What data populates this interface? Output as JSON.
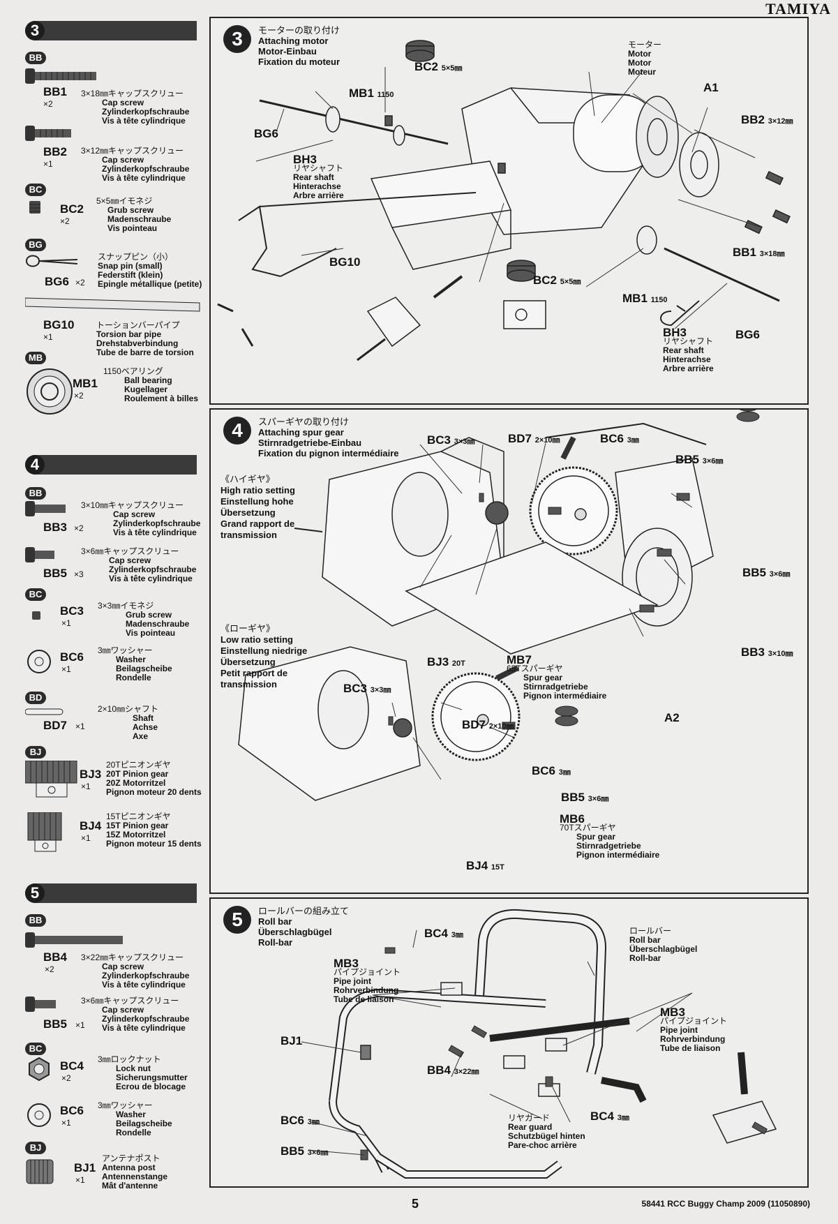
{
  "brand": "TAMIYA",
  "page_number": "5",
  "footer_code": "58441 RCC Buggy Champ 2009 (11050890)",
  "left": {
    "step3": {
      "num": "3",
      "bags": {
        "bb": "BB",
        "bc": "BC",
        "bg": "BG",
        "mb": "MB"
      },
      "bb1": {
        "code": "BB1",
        "qty": "×2",
        "jp": "3×18㎜キャップスクリュー",
        "l1": "Cap screw",
        "l2": "Zylinderkopfschraube",
        "l3": "Vis à tête cylindrique"
      },
      "bb2": {
        "code": "BB2",
        "qty": "×1",
        "jp": "3×12㎜キャップスクリュー",
        "l1": "Cap screw",
        "l2": "Zylinderkopfschraube",
        "l3": "Vis à tête cylindrique"
      },
      "bc2": {
        "code": "BC2",
        "qty": "×2",
        "jp": "5×5㎜イモネジ",
        "l1": "Grub screw",
        "l2": "Madenschraube",
        "l3": "Vis pointeau"
      },
      "bg6": {
        "code": "BG6",
        "qty": "×2",
        "jp": "スナップピン（小）",
        "l1": "Snap pin (small)",
        "l2": "Federstift (klein)",
        "l3": "Epingle métallique (petite)"
      },
      "bg10": {
        "code": "BG10",
        "qty": "×1",
        "jp": "トーションバーパイプ",
        "l1": "Torsion bar pipe",
        "l2": "Drehstabverbindung",
        "l3": "Tube de barre de torsion"
      },
      "mb1": {
        "code": "MB1",
        "qty": "×2",
        "jp": "1150ベアリング",
        "l1": "Ball bearing",
        "l2": "Kugellager",
        "l3": "Roulement à billes"
      }
    },
    "step4": {
      "num": "4",
      "bags": {
        "bb": "BB",
        "bc": "BC",
        "bd": "BD",
        "bj": "BJ"
      },
      "bb3": {
        "code": "BB3",
        "qty": "×2",
        "jp": "3×10㎜キャップスクリュー",
        "l1": "Cap screw",
        "l2": "Zylinderkopfschraube",
        "l3": "Vis à tête cylindrique"
      },
      "bb5": {
        "code": "BB5",
        "qty": "×3",
        "jp": "3×6㎜キャップスクリュー",
        "l1": "Cap screw",
        "l2": "Zylinderkopfschraube",
        "l3": "Vis à tête cylindrique"
      },
      "bc3": {
        "code": "BC3",
        "qty": "×1",
        "jp": "3×3㎜イモネジ",
        "l1": "Grub screw",
        "l2": "Madenschraube",
        "l3": "Vis pointeau"
      },
      "bc6": {
        "code": "BC6",
        "qty": "×1",
        "jp": "3㎜ワッシャー",
        "l1": "Washer",
        "l2": "Beilagscheibe",
        "l3": "Rondelle"
      },
      "bd7": {
        "code": "BD7",
        "qty": "×1",
        "jp": "2×10㎜シャフト",
        "l1": "Shaft",
        "l2": "Achse",
        "l3": "Axe"
      },
      "bj3": {
        "code": "BJ3",
        "qty": "×1",
        "jp": "20Tピニオンギヤ",
        "l1": "20T Pinion gear",
        "l2": "20Z Motorritzel",
        "l3": "Pignon moteur 20 dents"
      },
      "bj4": {
        "code": "BJ4",
        "qty": "×1",
        "jp": "15Tピニオンギヤ",
        "l1": "15T Pinion gear",
        "l2": "15Z Motorritzel",
        "l3": "Pignon moteur 15 dents"
      }
    },
    "step5": {
      "num": "5",
      "bags": {
        "bb": "BB",
        "bc": "BC",
        "bj": "BJ"
      },
      "bb4": {
        "code": "BB4",
        "qty": "×2",
        "jp": "3×22㎜キャップスクリュー",
        "l1": "Cap screw",
        "l2": "Zylinderkopfschraube",
        "l3": "Vis à tête cylindrique"
      },
      "bb5": {
        "code": "BB5",
        "qty": "×1",
        "jp": "3×6㎜キャップスクリュー",
        "l1": "Cap screw",
        "l2": "Zylinderkopfschraube",
        "l3": "Vis à tête cylindrique"
      },
      "bc4": {
        "code": "BC4",
        "qty": "×2",
        "jp": "3㎜ロックナット",
        "l1": "Lock nut",
        "l2": "Sicherungsmutter",
        "l3": "Ecrou de blocage"
      },
      "bc6": {
        "code": "BC6",
        "qty": "×1",
        "jp": "3㎜ワッシャー",
        "l1": "Washer",
        "l2": "Beilagscheibe",
        "l3": "Rondelle"
      },
      "bj1": {
        "code": "BJ1",
        "qty": "×1",
        "jp": "アンテナポスト",
        "l1": "Antenna post",
        "l2": "Antennenstange",
        "l3": "Mât d'antenne"
      }
    }
  },
  "panel3": {
    "num": "3",
    "jp": "モーターの取り付け",
    "l1": "Attaching motor",
    "l2": "Motor-Einbau",
    "l3": "Fixation du moteur",
    "motor": {
      "jp": "モーター",
      "l1": "Motor",
      "l2": "Motor",
      "l3": "Moteur"
    },
    "a1": "A1",
    "bc2_top": "BC2",
    "bc2_top_size": "5×5㎜",
    "mb1_top": "MB1",
    "mb1_top_size": "1150",
    "bg6_left": "BG6",
    "bh3_left": {
      "code": "BH3",
      "jp": "リヤシャフト",
      "l1": "Rear shaft",
      "l2": "Hinterachse",
      "l3": "Arbre arrière"
    },
    "bb2": "BB2",
    "bb2_size": "3×12㎜",
    "bb1": "BB1",
    "bb1_size": "3×18㎜",
    "bg10": "BG10",
    "bc2_mid": "BC2",
    "bc2_mid_size": "5×5㎜",
    "mb1_right": "MB1",
    "mb1_right_size": "1150",
    "bh3_right": {
      "code": "BH3",
      "jp": "リヤシャフト",
      "l1": "Rear shaft",
      "l2": "Hinterachse",
      "l3": "Arbre arrière"
    },
    "bg6_right": "BG6"
  },
  "panel4": {
    "num": "4",
    "jp": "スパーギヤの取り付け",
    "l1": "Attaching spur gear",
    "l2": "Stirnradgetriebe-Einbau",
    "l3": "Fixation du pignon intermédiaire",
    "high": {
      "jp": "《ハイギヤ》",
      "l1": "High ratio setting",
      "l2": "Einstellung hohe",
      "l3": "Übersetzung",
      "l4": "Grand rapport de",
      "l5": "transmission"
    },
    "low": {
      "jp": "《ローギヤ》",
      "l1": "Low ratio setting",
      "l2": "Einstellung niedrige",
      "l3": "Übersetzung",
      "l4": "Petit rapport de",
      "l5": "transmission"
    },
    "bc3_top": "BC3",
    "bc3_top_size": "3×3㎜",
    "bd7_top": "BD7",
    "bd7_top_size": "2×10㎜",
    "bc6_top": "BC6",
    "bc6_top_size": "3㎜",
    "bb5_top": "BB5",
    "bb5_top_size": "3×6㎜",
    "bb5_right": "BB5",
    "bb5_right_size": "3×6㎜",
    "bb3": "BB3",
    "bb3_size": "3×10㎜",
    "bj3": "BJ3",
    "bj3_size": "20T",
    "mb7": {
      "code": "MB7",
      "jp": "65Tスパーギヤ",
      "l1": "Spur gear",
      "l2": "Stirnradgetriebe",
      "l3": "Pignon intermédiaire"
    },
    "a2": "A2",
    "bc3_low": "BC3",
    "bc3_low_size": "3×3㎜",
    "bd7_low": "BD7",
    "bd7_low_size": "2×10㎜",
    "bc6_low": "BC6",
    "bc6_low_size": "3㎜",
    "bb5_low": "BB5",
    "bb5_low_size": "3×6㎜",
    "mb6": {
      "code": "MB6",
      "jp": "70Tスパーギヤ",
      "l1": "Spur gear",
      "l2": "Stirnradgetriebe",
      "l3": "Pignon intermédiaire"
    },
    "bj4": "BJ4",
    "bj4_size": "15T"
  },
  "panel5": {
    "num": "5",
    "jp": "ロールバーの組み立て",
    "l1": "Roll bar",
    "l2": "Überschlagbügel",
    "l3": "Roll-bar",
    "rollbar": {
      "jp": "ロールバー",
      "l1": "Roll bar",
      "l2": "Überschlagbügel",
      "l3": "Roll-bar"
    },
    "bc4_top": "BC4",
    "bc4_top_size": "3㎜",
    "mb3_left": {
      "code": "MB3",
      "jp": "パイプジョイント",
      "l1": "Pipe joint",
      "l2": "Rohrverbindung",
      "l3": "Tube de liaison"
    },
    "mb3_right": {
      "code": "MB3",
      "jp": "パイプジョイント",
      "l1": "Pipe joint",
      "l2": "Rohrverbindung",
      "l3": "Tube de liaison"
    },
    "bj1": "BJ1",
    "bb4": "BB4",
    "bb4_size": "3×22㎜",
    "bc6": "BC6",
    "bc6_size": "3㎜",
    "bb5": "BB5",
    "bb5_size": "3×6㎜",
    "bc4_bottom": "BC4",
    "bc4_bottom_size": "3㎜",
    "rear_guard": {
      "jp": "リヤガード",
      "l1": "Rear guard",
      "l2": "Schutzbügel hinten",
      "l3": "Pare-choc arrière"
    }
  }
}
